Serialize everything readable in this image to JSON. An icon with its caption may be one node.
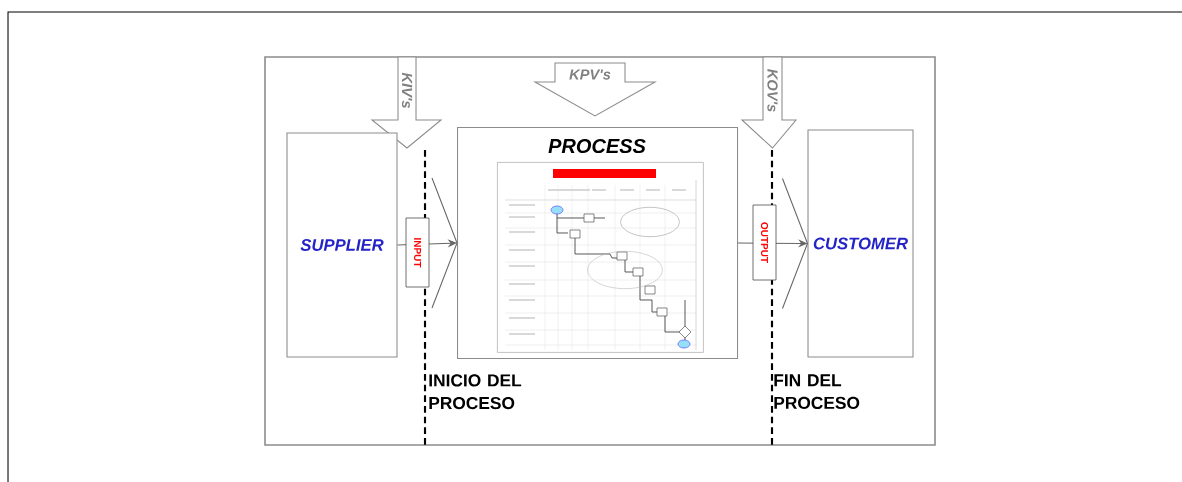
{
  "diagram": {
    "nodes": [
      {
        "text": [
          "KIV's"
        ]
      },
      {
        "text": [
          "KPV's"
        ]
      },
      {
        "text": [
          "KOV's"
        ]
      },
      {
        "text": [
          "SUPPLIER"
        ]
      },
      {
        "text": [
          "PROCESS"
        ]
      },
      {
        "text": [],
        "shape": "picture",
        "in": 4
      },
      {
        "text": [
          "CUSTOMER"
        ]
      }
    ],
    "edges": [
      {
        "from": 3,
        "to": 4,
        "arrow": "to",
        "label": "INPUT"
      },
      {
        "from": 4,
        "to": 6,
        "arrow": "to",
        "label": "OUTPUT"
      }
    ],
    "labels": [
      "INICIO DEL PROCESO",
      "FIN DEL PROCESO"
    ]
  }
}
